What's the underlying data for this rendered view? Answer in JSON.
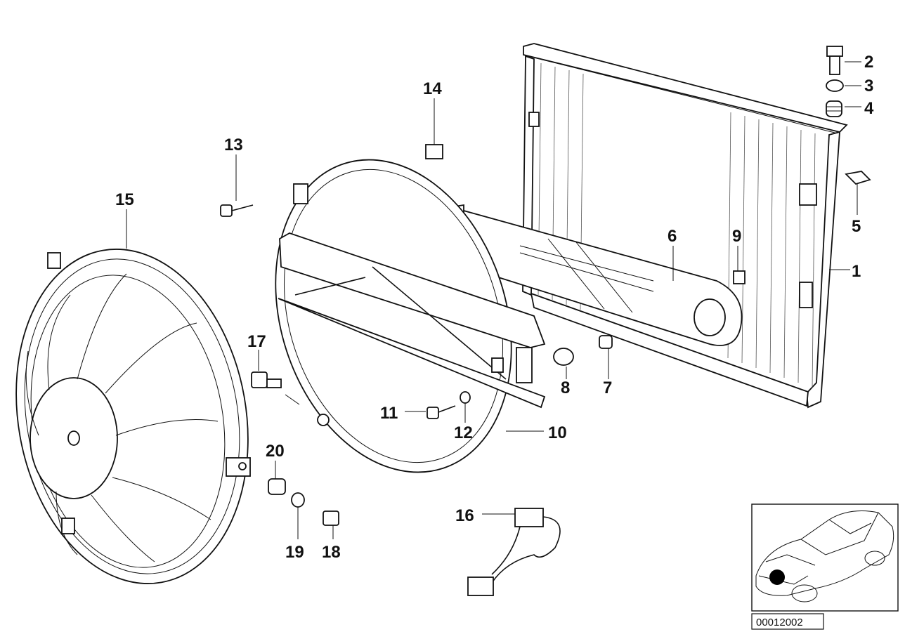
{
  "diagram": {
    "reference_number": "00012002",
    "callouts": [
      {
        "id": "1",
        "text": "1"
      },
      {
        "id": "2",
        "text": "2"
      },
      {
        "id": "3",
        "text": "3"
      },
      {
        "id": "4",
        "text": "4"
      },
      {
        "id": "5",
        "text": "5"
      },
      {
        "id": "6",
        "text": "6"
      },
      {
        "id": "7",
        "text": "7"
      },
      {
        "id": "8",
        "text": "8"
      },
      {
        "id": "9",
        "text": "9"
      },
      {
        "id": "10",
        "text": "10"
      },
      {
        "id": "11",
        "text": "11"
      },
      {
        "id": "12",
        "text": "12"
      },
      {
        "id": "13",
        "text": "13"
      },
      {
        "id": "14",
        "text": "14"
      },
      {
        "id": "15",
        "text": "15"
      },
      {
        "id": "16",
        "text": "16"
      },
      {
        "id": "17",
        "text": "17"
      },
      {
        "id": "18",
        "text": "18"
      },
      {
        "id": "19",
        "text": "19"
      },
      {
        "id": "20",
        "text": "20"
      }
    ],
    "parts": [
      "radiator-frame",
      "bolt",
      "washer",
      "rubber-bushing",
      "clip",
      "fan-bracket",
      "bushing",
      "grommet",
      "nut-clip",
      "fan-shroud",
      "screw",
      "washer-small",
      "self-tapping-screw",
      "speed-nut",
      "fan-assembly",
      "wiring-harness",
      "stud-bolt",
      "hex-nut",
      "washer",
      "rubber-mount"
    ],
    "inset": {
      "marker_color": "#000000"
    }
  }
}
